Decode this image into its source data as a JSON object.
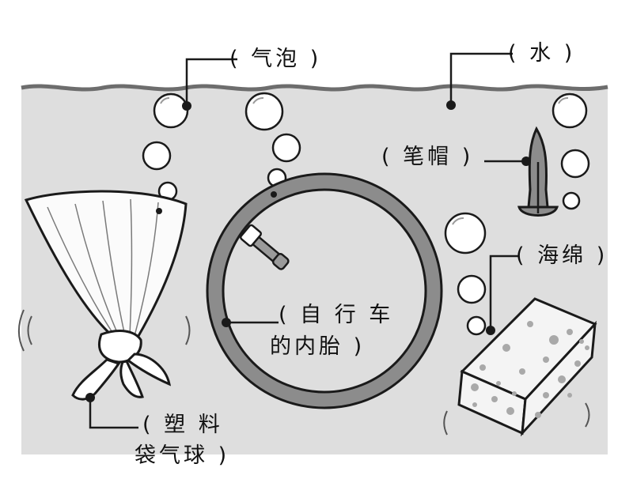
{
  "labels": {
    "bubbles": "( 气泡 )",
    "water": "( 水 )",
    "pen_cap": "( 笔帽 )",
    "sponge": "( 海绵 )",
    "tube_line1": "( 自 行 车",
    "tube_line2": "的内胎 )",
    "bag_line1": "( 塑 料",
    "bag_line2": "袋气球 )"
  },
  "colors": {
    "water": "#dedede",
    "outline": "#1a1a1a",
    "tube": "#8c8c8c",
    "sponge": "#f4f4f4",
    "sponge_holes": "#a9a9a9"
  }
}
